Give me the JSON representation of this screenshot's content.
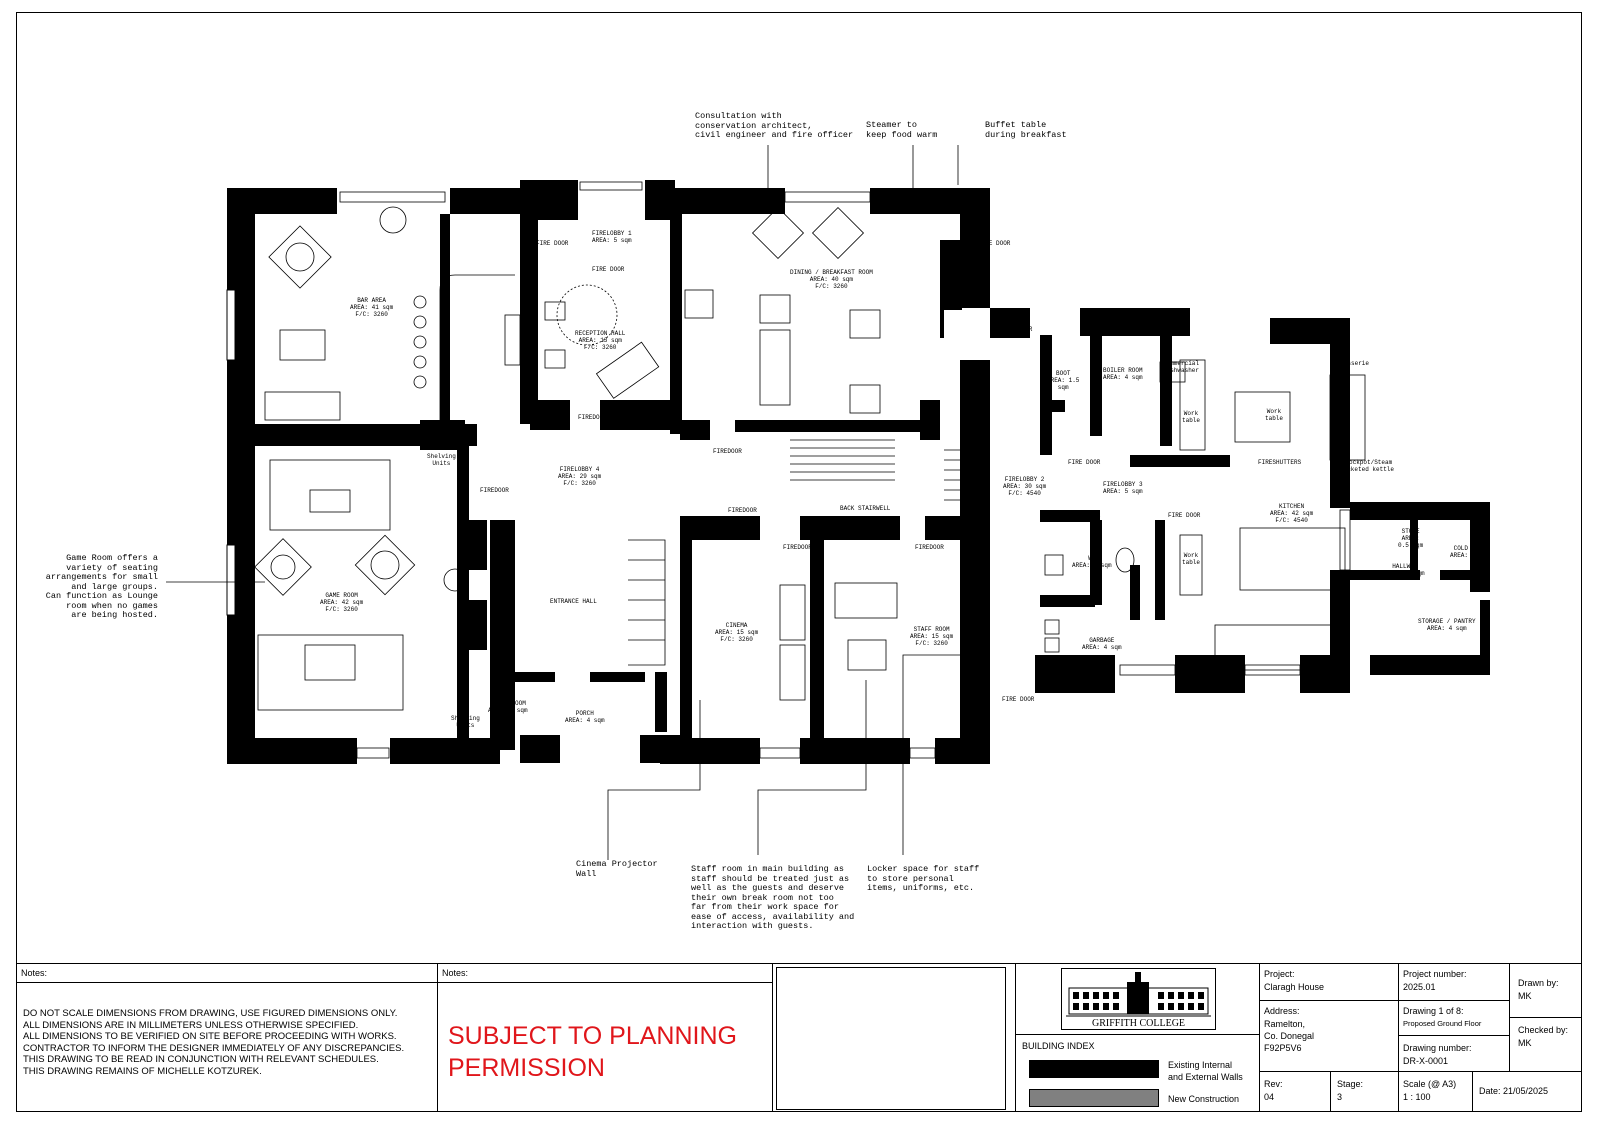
{
  "colors": {
    "wall": "#000000",
    "new_construction": "#808080",
    "stamp_red": "#e0161b"
  },
  "rooms": {
    "bar": "BAR AREA\nAREA: 41 sqm\nF/C: 3260",
    "firelobby1": "FIRELOBBY 1\nAREA: 5 sqm",
    "reception": "RECEPTION HALL\nAREA: 13 sqm\nF/C: 3260",
    "dining": "DINING / BREAKFAST ROOM\nAREA: 40 sqm\nF/C: 3260",
    "firelobby4": "FIRELOBBY 4\nAREA: 29 sqm\nF/C: 3260",
    "back_stairwell": "BACK STAIRWELL",
    "game": "GAME ROOM\nAREA: 42 sqm\nF/C: 3260",
    "entrance": "ENTRANCE HALL",
    "cinema": "CINEMA\nAREA: 15 sqm\nF/C: 3260",
    "staff": "STAFF ROOM\nAREA: 15 sqm\nF/C: 3260",
    "cloak": "CLOAK ROOM\nAREA: 2 sqm",
    "porch": "PORCH\nAREA: 4 sqm",
    "firelobby2": "FIRELOBBY 2\nAREA: 30 sqm\nF/C: 4540",
    "boot": "BOOT\nAREA: 1.5\nsqm",
    "boiler": "BOILER ROOM\nAREA: 4 sqm",
    "firelobby3": "FIRELOBBY 3\nAREA: 5 sqm",
    "kitchen": "KITCHEN\nAREA: 42 sqm\nF/C: 4540",
    "wc": "WC\nAREA: 4 sqm",
    "garbage": "GARBAGE\nAREA: 4 sqm",
    "store": "STORE\nAREA:\n0.5 sqm",
    "cold": "COLD ROOM\nAREA: 3 sqm",
    "hallway": "HALLWAY\nAREA: 1 sqm",
    "pantry": "STORAGE / PANTRY\nAREA: 4 sqm"
  },
  "door_labels": {
    "fire_door": "FIRE DOOR",
    "firedoor": "FIREDOOR",
    "fireshutters": "FIRESHUTTERS"
  },
  "fixture_labels": {
    "shelving": "Shelving\nUnits",
    "work_table": "Work\ntable",
    "commercial_dishwasher": "Commercial\nDishwasher",
    "rotisserie": "Rotisserie",
    "stockpot": "Stockpot/Steam\njacketed kettle"
  },
  "annotations": {
    "consultation": "Consultation with\nconservation architect,\ncivil engineer and fire officer",
    "steamer": "Steamer to\nkeep food warm",
    "buffet": "Buffet table\nduring breakfast",
    "game_room": "Game Room offers a\nvariety of seating\narrangements for small\nand large groups.\nCan function as Lounge\nroom when no games\nare being hosted.",
    "projector": "Cinema Projector\nWall",
    "staff_room": "Staff room in main building as\nstaff should be treated just as\nwell as the guests and deserve\ntheir own break room not too\nfar from their work space for\nease of access, availability and\ninteraction with guests.",
    "locker": "Locker space for staff\nto store personal\nitems, uniforms, etc."
  },
  "title_block": {
    "notes_label_1": "Notes:",
    "notes_text": "DO NOT SCALE DIMENSIONS FROM DRAWING, USE FIGURED DIMENSIONS ONLY.\nALL DIMENSIONS ARE IN MILLIMETERS UNLESS OTHERWISE SPECIFIED.\nALL DIMENSIONS TO BE VERIFIED ON SITE BEFORE PROCEEDING WITH WORKS.\nCONTRACTOR TO INFORM THE DESIGNER IMMEDIATELY OF ANY DISCREPANCIES.\nTHIS DRAWING TO BE READ IN CONJUNCTION WITH RELEVANT SCHEDULES.\nTHIS DRAWING REMAINS OF MICHELLE KOTZUREK.",
    "notes_label_2": "Notes:",
    "stamp": "SUBJECT TO PLANNING\nPERMISSION",
    "college": "GRIFFITH COLLEGE",
    "building_index": "BUILDING INDEX",
    "legend_existing": "Existing Internal\nand External Walls",
    "legend_new": "New Construction",
    "project_label": "Project:",
    "project": "Claragh House",
    "address_label": "Address:",
    "address": "Ramelton,\nCo. Donegal\nF92P5V6",
    "rev_label": "Rev:",
    "rev": "04",
    "stage_label": "Stage:",
    "stage": "3",
    "project_number_label": "Project number:",
    "project_number": "2025.01",
    "drawing_of": "Drawing 1 of 8:",
    "drawing_title": "Proposed Ground Floor",
    "drawing_number_label": "Drawing number:",
    "drawing_number": "DR-X-0001",
    "scale_label": "Scale (@ A3)",
    "scale": "1 : 100",
    "drawn_by_label": "Drawn by:",
    "drawn_by": "MK",
    "checked_by_label": "Checked by:",
    "checked_by": "MK",
    "date": "Date: 21/05/2025"
  }
}
